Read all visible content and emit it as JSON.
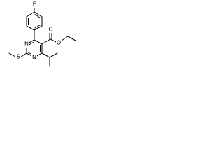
{
  "molecule": {
    "atoms": {
      "fluorine": "F",
      "carbonyl_oxygen": "O",
      "ester_oxygen": "O",
      "ring_nitrogen_left": "N",
      "ring_nitrogen_bottom": "N",
      "sulfur": "S"
    },
    "colors": {
      "bond": "#000000",
      "label": "#000000",
      "background": "#ffffff"
    }
  }
}
